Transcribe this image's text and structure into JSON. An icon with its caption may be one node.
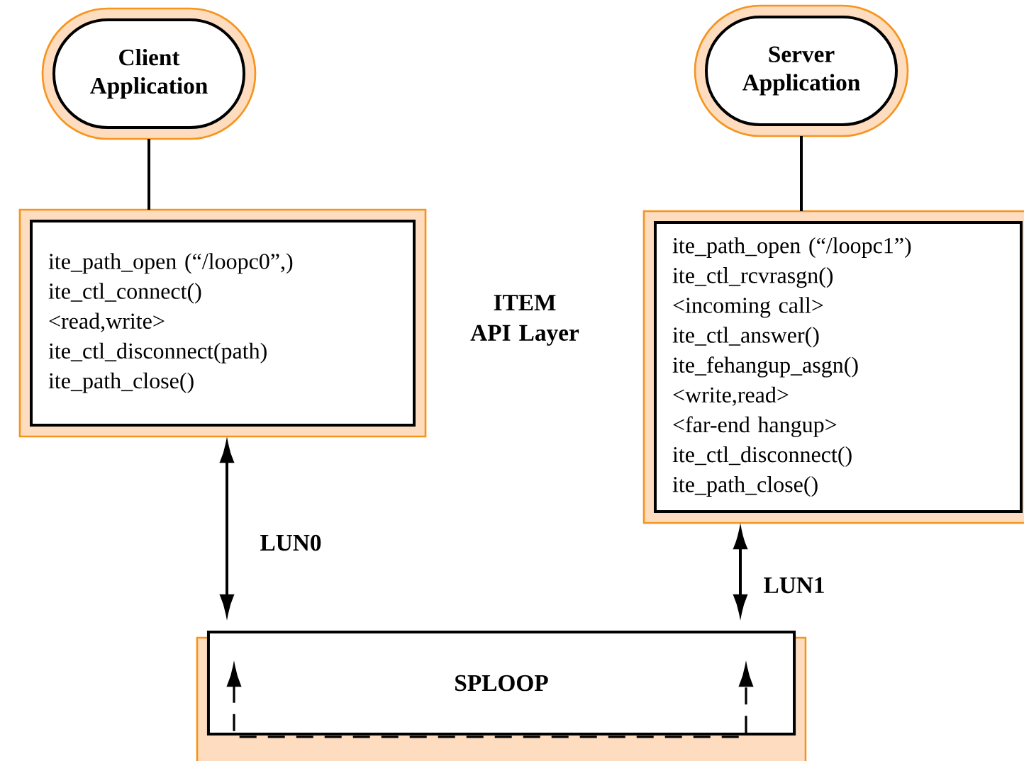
{
  "diagram": {
    "nodes": [
      {
        "text": [
          "Client Application"
        ]
      },
      {
        "text": [
          "Server Application"
        ]
      },
      {
        "text": [
          "ite_path_open (“/loopc0”,)",
          "ite_ctl_connect()",
          "<read,write>",
          "ite_ctl_disconnect(path)",
          "ite_path_close()"
        ]
      },
      {
        "text": [
          "ite_path_open (“/loopc1”)",
          "ite_ctl_rcvrasgn()",
          "<incoming call>",
          "ite_ctl_answer()",
          "ite_fehangup_asgn()",
          "<write,read>",
          "<far-end hangup>",
          "ite_ctl_disconnect()",
          "ite_path_close()"
        ]
      },
      {
        "text": [
          "SPLOOP"
        ]
      }
    ],
    "edges": [
      {
        "from": 0,
        "to": 2,
        "arrow": "none"
      },
      {
        "from": 1,
        "to": 3,
        "arrow": "none"
      },
      {
        "from": 2,
        "to": 4,
        "arrow": "both",
        "label": "LUN0"
      },
      {
        "from": 3,
        "to": 4,
        "arrow": "both",
        "label": "LUN1"
      }
    ],
    "labels": [
      "ITEM API Layer"
    ]
  }
}
